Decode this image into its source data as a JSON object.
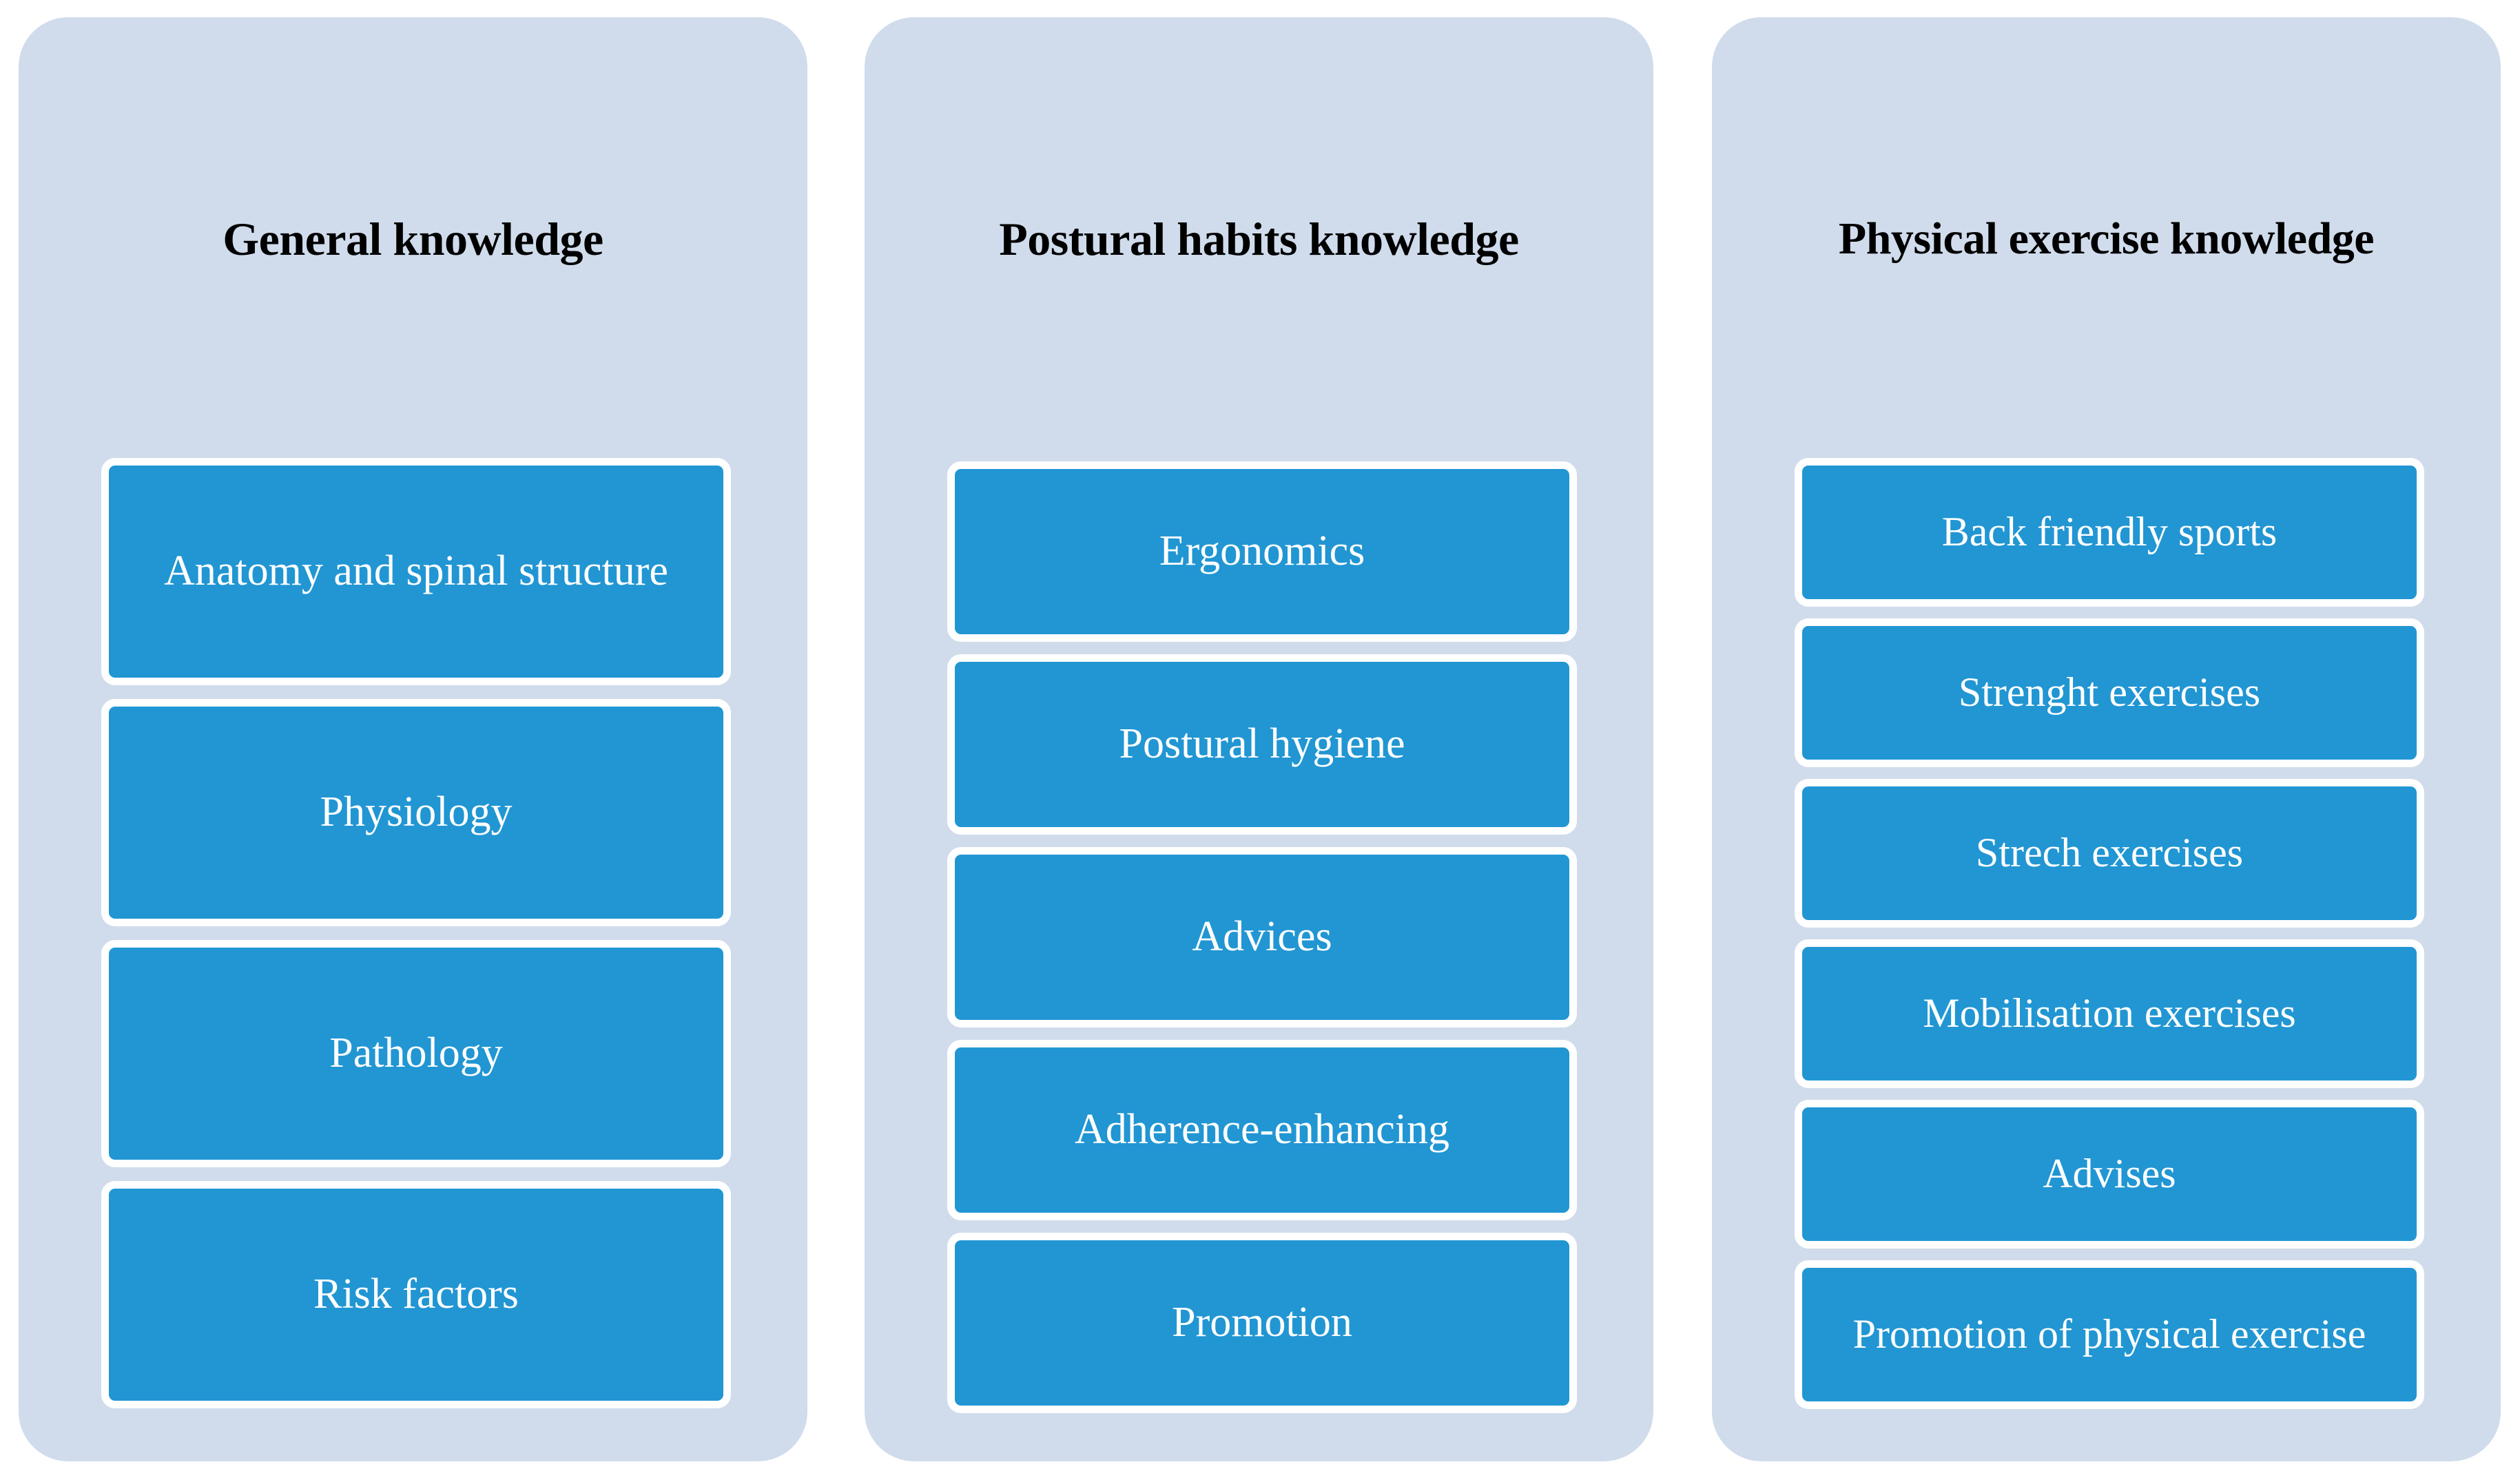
{
  "canvas": {
    "background": "#ffffff",
    "panel_background": "#d0dcec",
    "box_fill": "#2196d3",
    "box_border": "#ffffff",
    "box_text_color": "#ffffff",
    "title_color": "#000000"
  },
  "columns": [
    {
      "title": "General knowledge",
      "items": [
        "Anatomy and spinal structure",
        "Physiology",
        "Pathology",
        "Risk factors"
      ]
    },
    {
      "title": "Postural habits knowledge",
      "items": [
        "Ergonomics",
        "Postural hygiene",
        "Advices",
        "Adherence-enhancing",
        "Promotion"
      ]
    },
    {
      "title": "Physical exercise knowledge",
      "items": [
        "Back friendly sports",
        "Strenght exercises",
        "Strech exercises",
        "Mobilisation exercises",
        "Advises",
        "Promotion of physical exercise"
      ]
    }
  ]
}
